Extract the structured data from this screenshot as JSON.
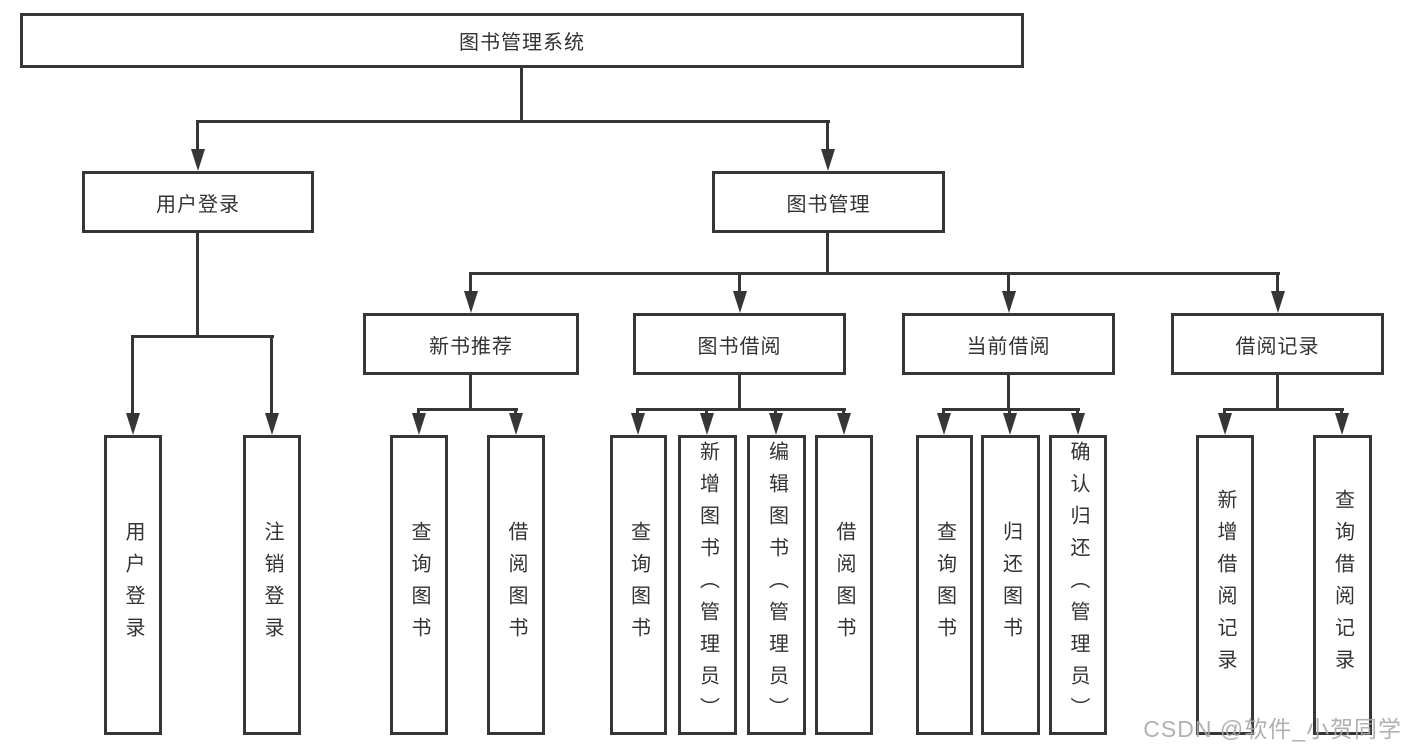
{
  "diagram": {
    "root": "图书管理系统",
    "branches": [
      {
        "label": "用户登录",
        "children": [
          "用户登录",
          "注销登录"
        ]
      },
      {
        "label": "图书管理",
        "modules": [
          {
            "label": "新书推荐",
            "children": [
              "查询图书",
              "借阅图书"
            ]
          },
          {
            "label": "图书借阅",
            "children": [
              "查询图书",
              "新增图书（管理员）",
              "编辑图书（管理员）",
              "借阅图书"
            ]
          },
          {
            "label": "当前借阅",
            "children": [
              "查询图书",
              "归还图书",
              "确认归还（管理员）"
            ]
          },
          {
            "label": "借阅记录",
            "children": [
              "新增借阅记录",
              "查询借阅记录"
            ]
          }
        ]
      }
    ]
  },
  "watermark": "CSDN @软件_小贺同学",
  "colors": {
    "line": "#363636",
    "text": "#333333",
    "background": "#ffffff",
    "watermark": "#a8a8a8"
  }
}
